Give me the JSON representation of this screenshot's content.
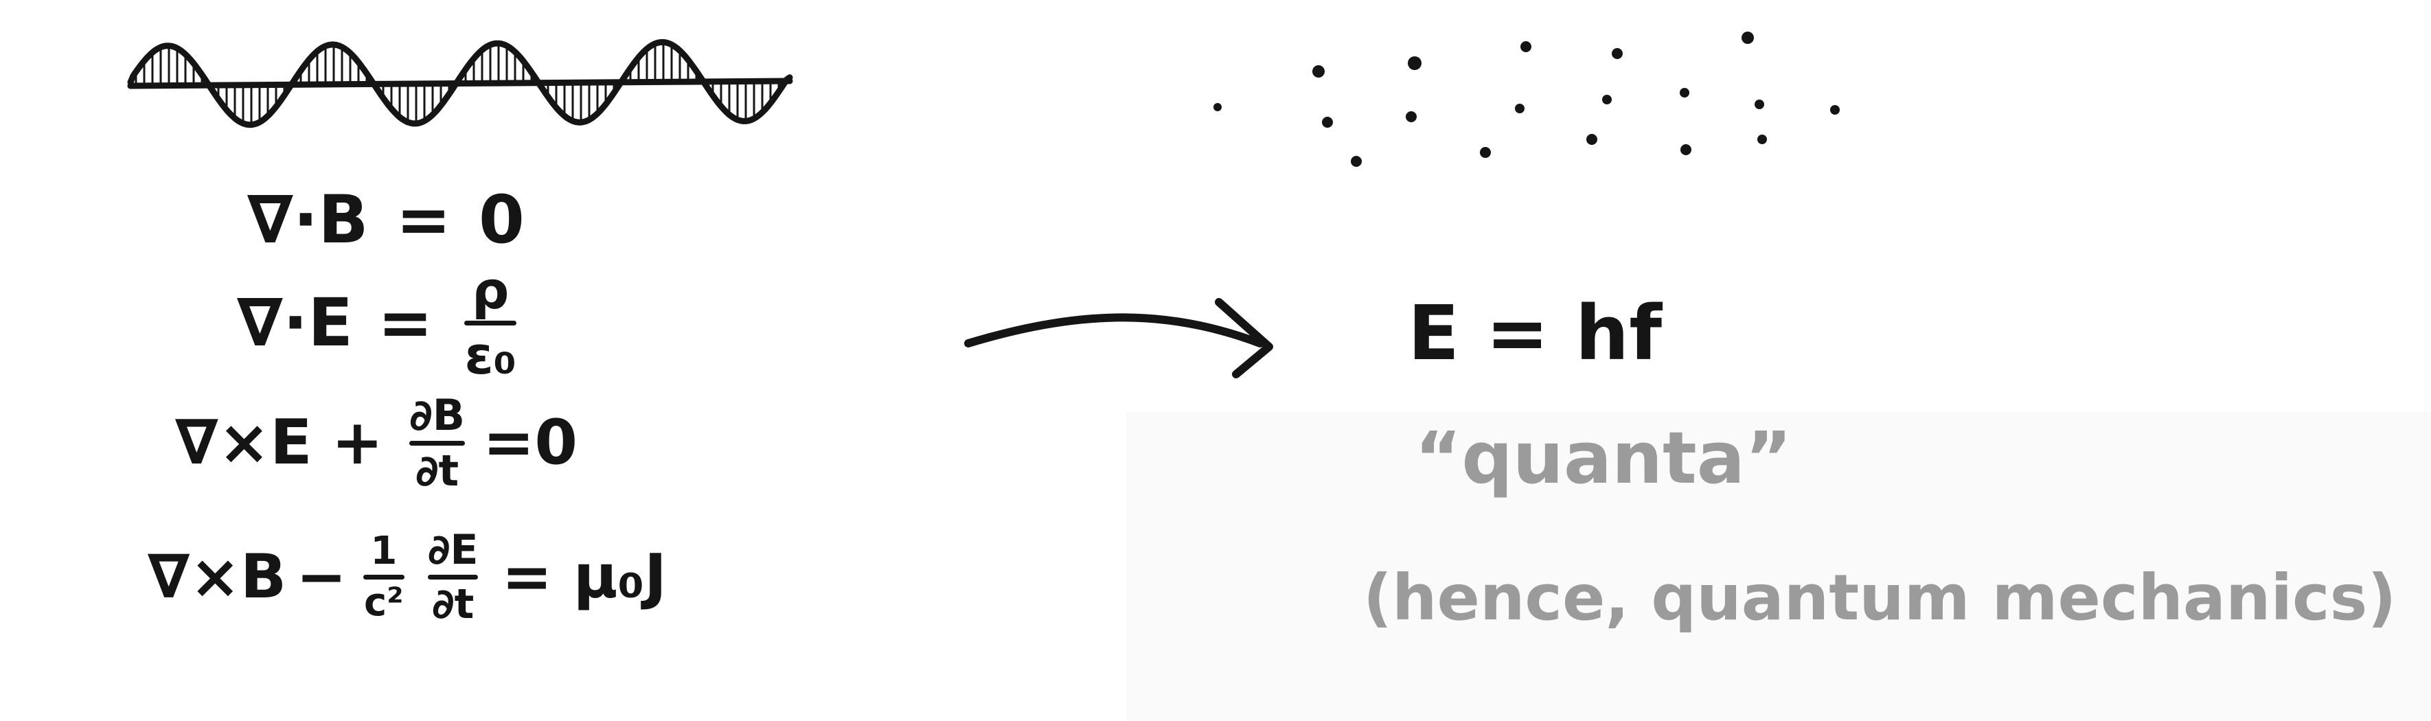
{
  "colors": {
    "ink": "#151515",
    "grey_ink": "#9b9b9b",
    "background": "#ffffff"
  },
  "icons": {
    "wave": "em-wave-icon",
    "arrow": "right-arrow-icon",
    "particles": "photon-dots-icon"
  },
  "maxwell": {
    "eq1": {
      "lhs": "∇·B",
      "op": "=",
      "rhs": "0"
    },
    "eq2": {
      "lhs": "∇·E",
      "op": "=",
      "num": "ρ",
      "den": "ε₀"
    },
    "eq3": {
      "lhs": "∇×E",
      "plus": "+",
      "num": "∂B",
      "den": "∂t",
      "rhs": "=0"
    },
    "eq4": {
      "lhs": "∇×B",
      "minus": "−",
      "num1": "1",
      "den1": "c²",
      "num2": "∂E",
      "den2": "∂t",
      "rhs": "= μ₀J"
    }
  },
  "right": {
    "energy_eq": "E = hf",
    "quanta": "“quanta”",
    "hence": "(hence, quantum mechanics)"
  }
}
